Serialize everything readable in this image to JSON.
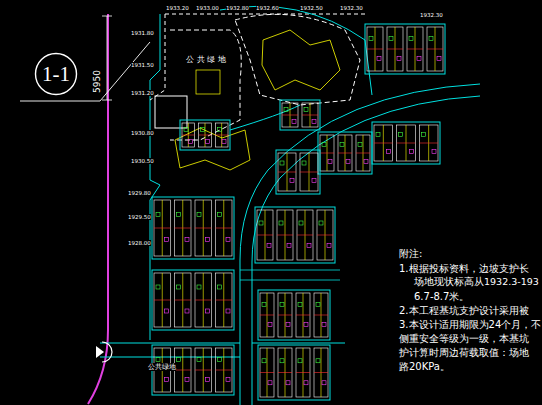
{
  "diagram": {
    "nodes": [
      {
        "text": [
          "1-1"
        ]
      }
    ],
    "labels": [
      "5950",
      "公 共 绿 地",
      "附注:",
      "1.根据投标资料，边坡支护长",
      "场地现状标高从1932.3-193",
      "6.7-8.7米。",
      "2.本工程基坑支护设计采用被",
      "3.本设计适用期限为24个月，不",
      "侧重安全等级为一级，本基坑",
      "护计算时周边荷载取值：场地",
      "路20KPa。",
      "公共绿地",
      "1933.20",
      "1933.00",
      "1932.80",
      "1932.60",
      "1932.50",
      "1932.30",
      "1932.30",
      "1931.80",
      "1931.50",
      "1931.20",
      "1930.80",
      "1930.50",
      "1929.80",
      "1929.50",
      "1928.00"
    ]
  }
}
